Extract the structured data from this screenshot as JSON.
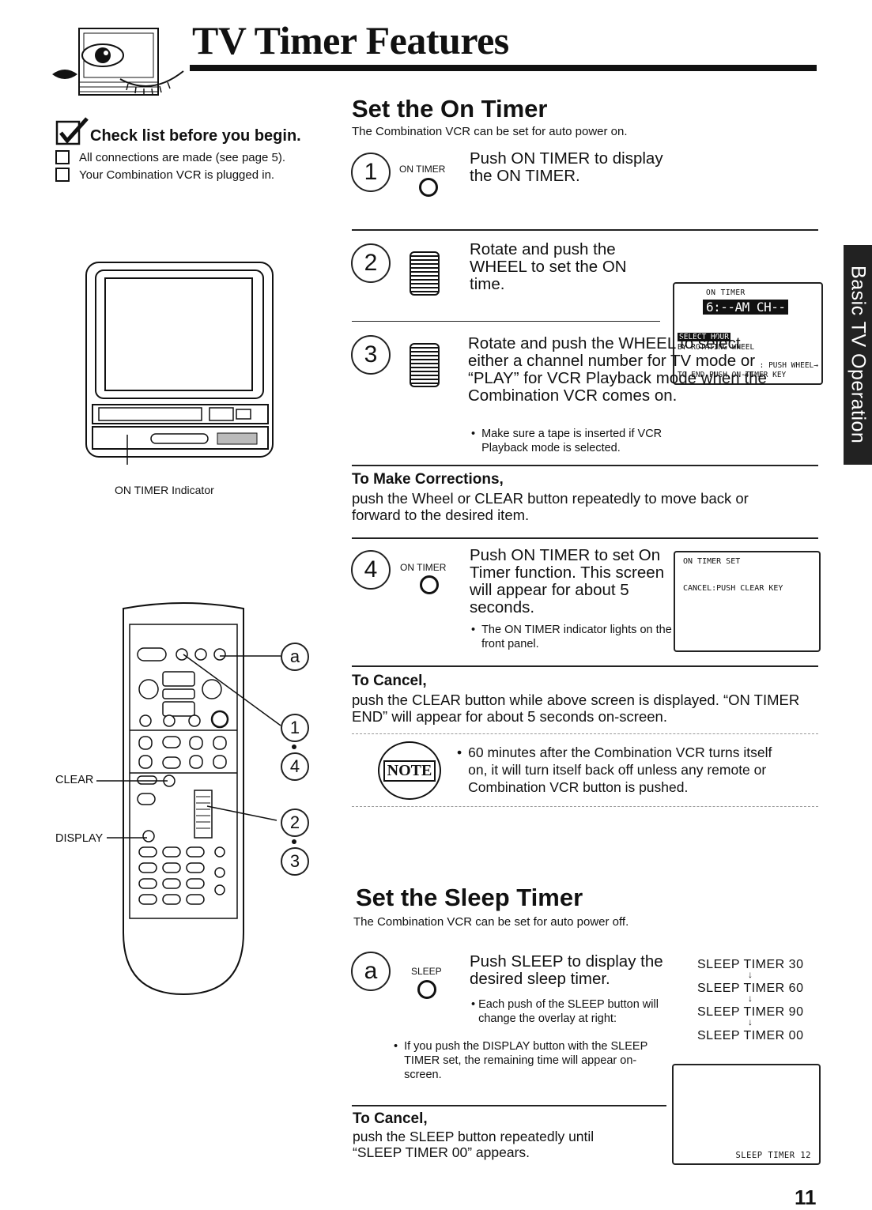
{
  "page": {
    "title": "TV Timer Features",
    "side_tab": "Basic TV Operation",
    "page_number": "11"
  },
  "checklist": {
    "heading": "Check list before you begin.",
    "items": [
      "All connections are made (see page 5).",
      "Your Combination VCR is plugged in."
    ]
  },
  "tv_figure": {
    "label": "ON TIMER Indicator"
  },
  "remote_figure": {
    "labels": {
      "clear": "CLEAR",
      "display": "DISPLAY"
    },
    "callouts": [
      "a",
      "1",
      "4",
      "2",
      "3"
    ]
  },
  "on_timer": {
    "heading": "Set the On Timer",
    "subtitle": "The Combination VCR can be set for auto power on.",
    "steps": [
      {
        "num": "1",
        "button": "ON TIMER",
        "text": "Push ON TIMER to display the ON TIMER."
      },
      {
        "num": "2",
        "text": "Rotate and push the WHEEL to set the ON time."
      },
      {
        "num": "3",
        "text": "Rotate and push the WHEEL to select either a channel number for TV mode or “PLAY” for VCR Playback mode when the Combination VCR comes on.",
        "bullet": "Make sure a tape is inserted if VCR Playback mode is selected."
      },
      {
        "num": "4",
        "button": "ON TIMER",
        "text": "Push ON TIMER to set On Timer function. This screen will appear for about 5 seconds.",
        "bullet": "The ON TIMER indicator lights on the front panel."
      }
    ],
    "screen1": {
      "title": "ON TIMER",
      "value": "6:--AM CH--",
      "hint1": "SELECT HOUR",
      "hint2": "BY ROTATING WHEEL",
      "hint3": ": PUSH WHEEL→",
      "hint4": "TO END PUSH ON-TIMER KEY"
    },
    "screen2": {
      "line1": "ON TIMER SET",
      "line2": "CANCEL:PUSH CLEAR KEY"
    },
    "corrections": {
      "heading": "To Make Corrections,",
      "text": "push the Wheel or CLEAR button repeatedly to move back or forward to the desired item."
    },
    "cancel": {
      "heading": "To Cancel,",
      "text": "push the CLEAR button while above screen is displayed. “ON TIMER END” will appear for about 5 seconds on-screen."
    },
    "note": {
      "badge": "NOTE",
      "text": "60 minutes after the Combination VCR turns itself on, it will turn itself back off unless any remote or Combination VCR button is pushed."
    }
  },
  "sleep_timer": {
    "heading": "Set the Sleep Timer",
    "subtitle": "The Combination VCR can be set for auto power off.",
    "step": {
      "num": "a",
      "button": "SLEEP",
      "text": "Push SLEEP to display the desired sleep timer.",
      "bullet": "Each push of the SLEEP button will change the overlay at right:"
    },
    "sequence": [
      "SLEEP TIMER 30",
      "SLEEP TIMER 60",
      "SLEEP TIMER 90",
      "SLEEP TIMER 00"
    ],
    "display_note": "If you push the DISPLAY button with the SLEEP TIMER set, the remaining time will appear on-screen.",
    "screen": "SLEEP TIMER 12",
    "cancel": {
      "heading": "To Cancel,",
      "text": "push the SLEEP button repeatedly until “SLEEP TIMER 00” appears."
    }
  }
}
